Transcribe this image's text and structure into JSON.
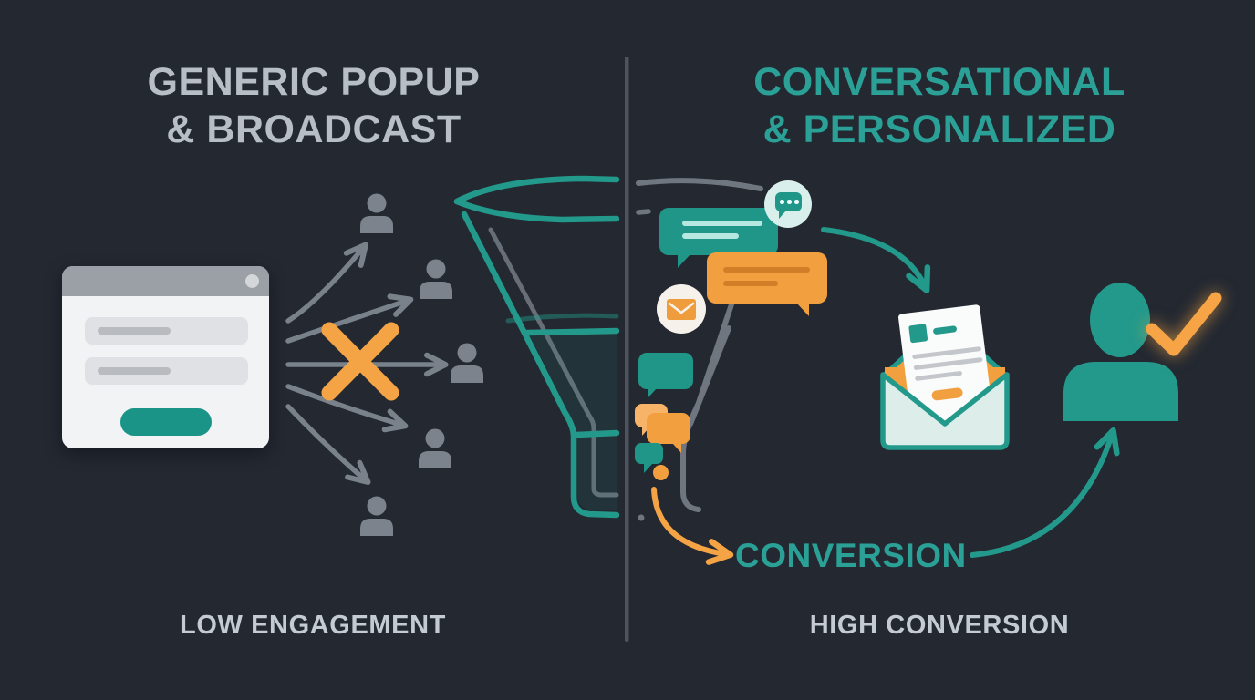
{
  "page": {
    "background_color": "#232831",
    "divider_color": "#4d545d",
    "type": "comparison-infographic"
  },
  "colors": {
    "teal": "#1f9688",
    "teal_bright": "#2aa096",
    "orange": "#f2a03f",
    "orange_dark": "#d07f28",
    "gray_icon": "#7c838c",
    "gray_line": "#6f767f",
    "title_gray": "#b7bec6",
    "caption_gray": "#c5cbd2"
  },
  "left_panel": {
    "title_line1": "GENERIC POPUP",
    "title_line2": "& BROADCAST",
    "caption": "LOW ENGAGEMENT",
    "icons": [
      "popup-window-icon",
      "broadcast-arrows-icon",
      "x-mark-icon",
      "user-icon",
      "user-icon",
      "user-icon",
      "user-icon",
      "user-icon"
    ]
  },
  "center": {
    "icons": [
      "funnel-icon",
      "divider-line"
    ]
  },
  "right_panel": {
    "title_line1": "CONVERSATIONAL",
    "title_line2": "& PERSONALIZED",
    "caption": "HIGH CONVERSION",
    "conversion_label": "CONVERSION",
    "icons": [
      "chat-bubble-teal-icon",
      "chat-bubble-orange-icon",
      "typing-indicator-icon",
      "email-circle-icon",
      "open-envelope-letter-icon",
      "chat-bubble-icons-descending",
      "customer-icon",
      "check-mark-icon",
      "curved-arrow-icons"
    ]
  }
}
